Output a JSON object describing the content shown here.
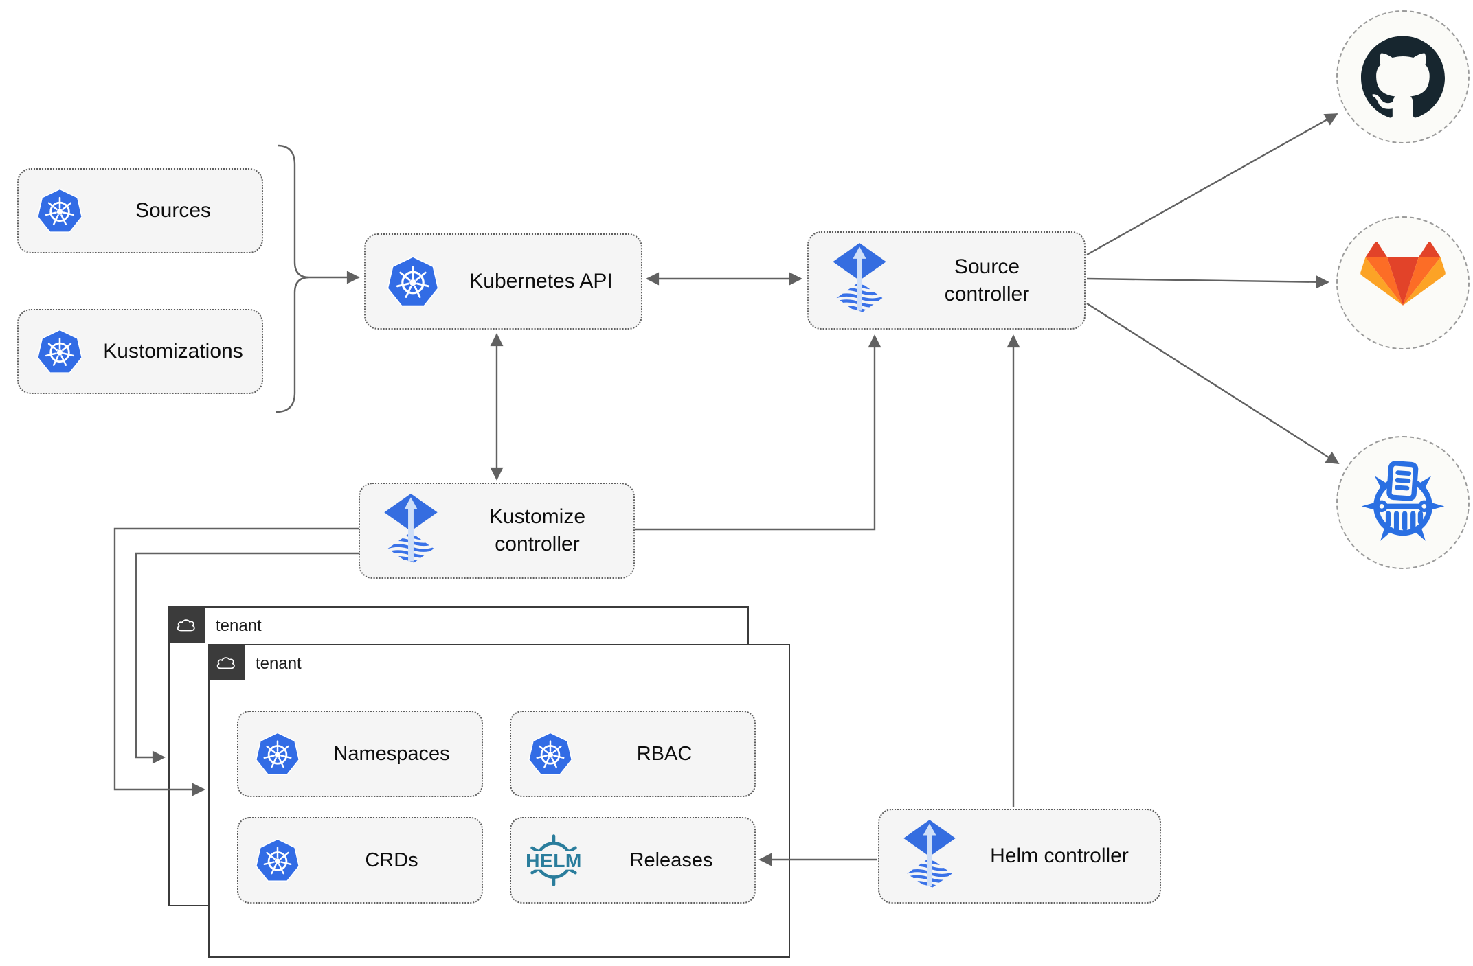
{
  "colors": {
    "kubernetes_blue": "#326ce5",
    "flux_blue": "#356de0",
    "flux_arrow_light": "#cfdff8",
    "helm_teal": "#2a7d9c",
    "harbor_blue": "#2a6fe2",
    "github_dark": "#17262f",
    "gitlab_red": "#e24329",
    "gitlab_orange": "#fc6d26",
    "gitlab_amber": "#fca326",
    "wire_gray": "#616161",
    "node_fill": "#f5f5f5",
    "tenant_border": "#3b3b3b"
  },
  "nodes": {
    "sources": {
      "label": "Sources",
      "icon": "kubernetes-icon"
    },
    "kustomizations": {
      "label": "Kustomizations",
      "icon": "kubernetes-icon"
    },
    "kubernetes_api": {
      "label": "Kubernetes API",
      "icon": "kubernetes-icon"
    },
    "source_controller": {
      "label": "Source controller",
      "icon": "flux-icon"
    },
    "kustomize_controller": {
      "label": "Kustomize controller",
      "icon": "flux-icon"
    },
    "helm_controller": {
      "label": "Helm controller",
      "icon": "flux-icon"
    }
  },
  "tenants": {
    "back": {
      "label": "tenant",
      "icon": "cloud-icon"
    },
    "front": {
      "label": "tenant",
      "icon": "cloud-icon",
      "resources": {
        "namespaces": {
          "label": "Namespaces",
          "icon": "kubernetes-icon"
        },
        "rbac": {
          "label": "RBAC",
          "icon": "kubernetes-icon"
        },
        "crds": {
          "label": "CRDs",
          "icon": "kubernetes-icon"
        },
        "releases": {
          "label": "Releases",
          "icon": "helm-icon",
          "icon_text": "HELM"
        }
      }
    }
  },
  "external_endpoints": [
    {
      "name": "github",
      "icon": "github-icon"
    },
    {
      "name": "gitlab",
      "icon": "gitlab-icon"
    },
    {
      "name": "container-registry",
      "icon": "harbor-registry-icon"
    }
  ]
}
